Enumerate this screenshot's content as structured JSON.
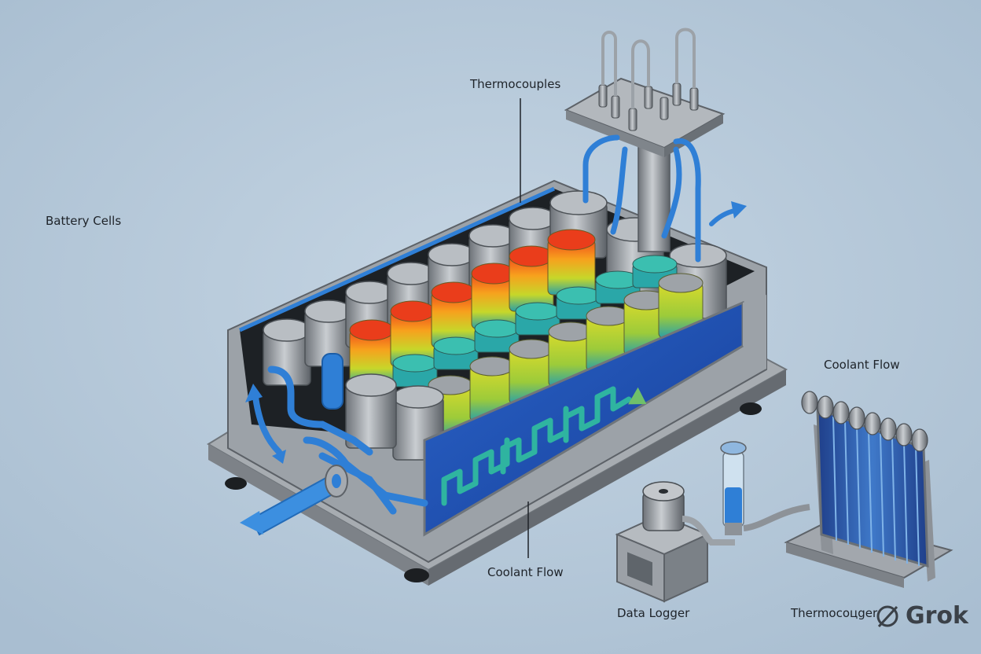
{
  "labels": {
    "battery_cells": "Battery Cells",
    "thermocouples": "Thermocouples",
    "coolant_flow_right": "Coolant Flow",
    "coolant_flow_bottom": "Coolant Flow",
    "data_logger": "Data Logger",
    "thermo_bottom": "Thermocoцger"
  },
  "watermark": {
    "text": "Grok",
    "icon": "grok-logo-icon"
  },
  "colors": {
    "background": "#b6c9d9",
    "coolant_blue": "#2f7fd6",
    "panel_blue": "#1d4fb4",
    "hot": "#e8401c",
    "warm": "#f2b21a",
    "cool": "#2aa7a8",
    "metal": "#8d9298"
  }
}
